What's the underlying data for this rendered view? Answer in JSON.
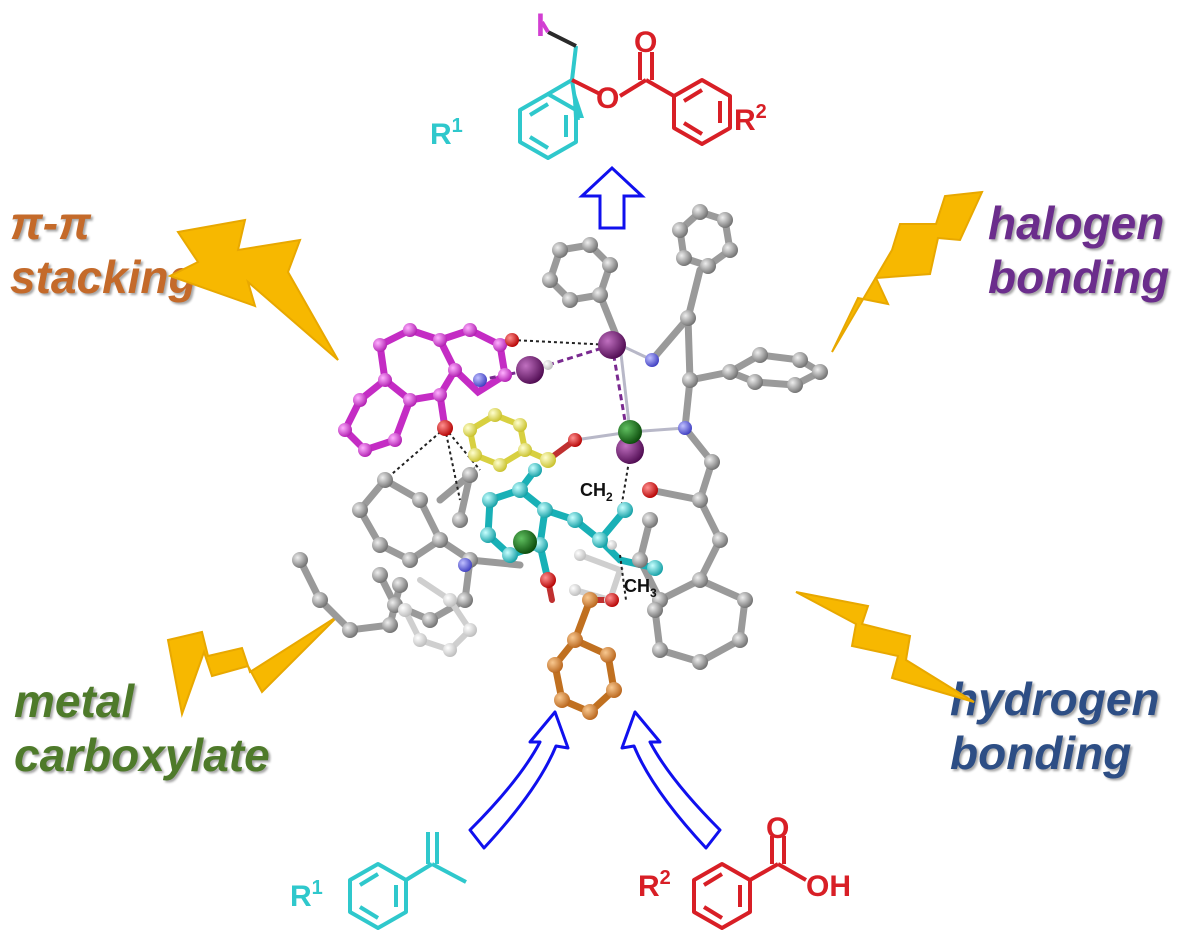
{
  "labels": {
    "pi_line1": "π-π",
    "pi_line2": "stacking",
    "halogen_line1": "halogen",
    "halogen_line2": "bonding",
    "metal_line1": "metal",
    "metal_line2": "carboxylate",
    "hydrogen_line1": "hydrogen",
    "hydrogen_line2": "bonding"
  },
  "chem": {
    "product_I": "I",
    "product_O_carbonyl": "O",
    "product_O_ester": "O",
    "product_R1": "R",
    "product_R1_sup": "1",
    "product_R2": "R",
    "product_R2_sup": "2",
    "ch2": "CH",
    "ch2_sub": "2",
    "ch3": "CH",
    "ch3_sub": "3",
    "alkene_R1": "R",
    "alkene_R1_sup": "1",
    "acid_R2": "R",
    "acid_R2_sup": "2",
    "acid_O": "O",
    "acid_OH": "OH"
  },
  "colors": {
    "pi_label": "#c46a2a",
    "halogen_label": "#6b2d8c",
    "metal_label": "#4e7a2a",
    "hydrogen_label": "#2d4e85",
    "bolt": "#f7b800",
    "bolt_edge": "#e0a000",
    "cyan": "#2fc8cc",
    "red": "#d81f26",
    "magenta": "#d23fd2",
    "arrow": "#1010ee"
  }
}
